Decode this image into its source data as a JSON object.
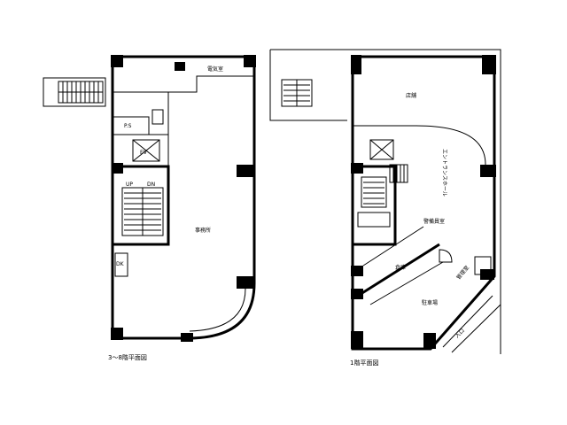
{
  "left_plan": {
    "rooms": {
      "elec_room": "電気室",
      "office": "事務所",
      "ps": "P.S",
      "ev": "EV",
      "up": "UP",
      "dn": "DN",
      "dk": "DK"
    },
    "caption": "3〜8階平面図"
  },
  "right_plan": {
    "rooms": {
      "store": "店舗",
      "entrance_hall": "エントランスホール",
      "guardroom": "警備員室",
      "storage": "倉庫",
      "management": "管理室",
      "parking": "駐車場",
      "entry": "入口"
    },
    "caption": "1階平面図"
  }
}
